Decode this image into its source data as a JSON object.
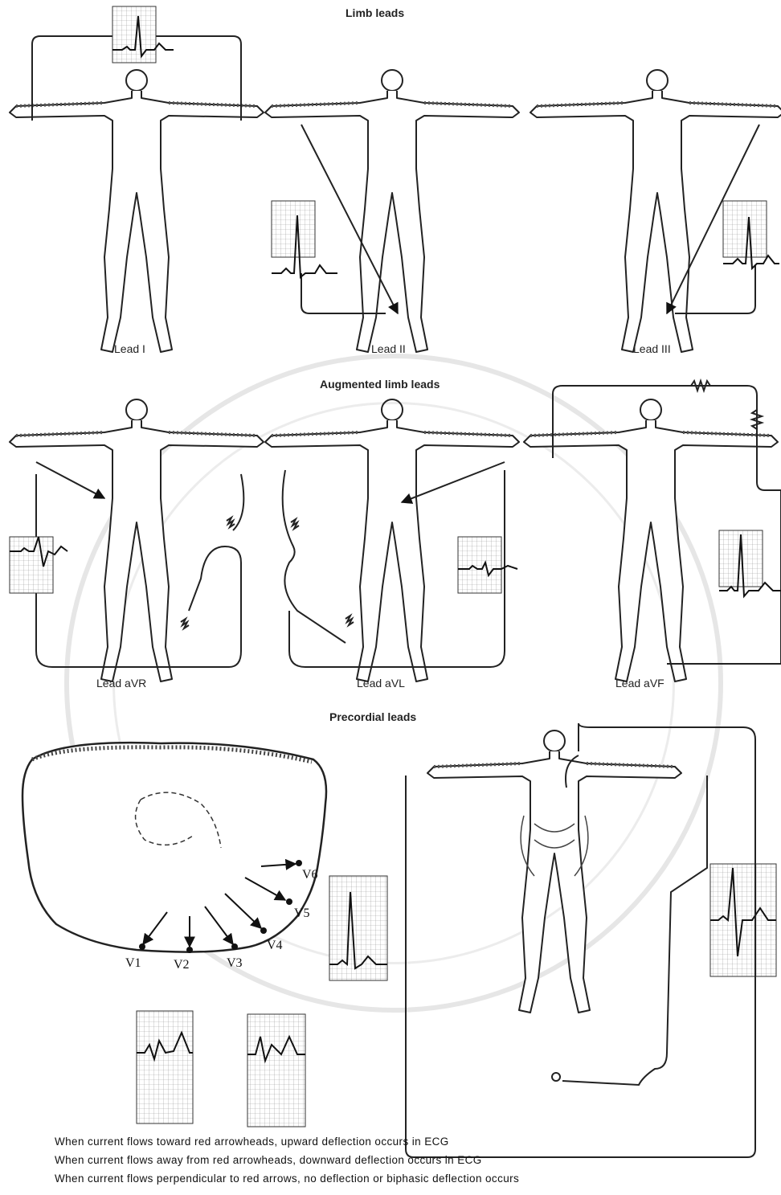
{
  "headers": {
    "limb": "Limb leads",
    "augmented": "Augmented limb leads",
    "precordial": "Precordial leads"
  },
  "lead_labels": {
    "lead_1": "Lead I",
    "lead_2": "Lead II",
    "lead_3": "Lead III",
    "avr": "Lead aVR",
    "avl": "Lead aVL",
    "avf": "Lead aVF"
  },
  "precordial_positions": {
    "v1": "V1",
    "v2": "V2",
    "v3": "V3",
    "v4": "V4",
    "v5": "V5",
    "v6": "V6"
  },
  "notes": [
    "When current flows toward red arrowheads, upward deflection occurs in ECG",
    "When current flows away from red arrowheads, downward deflection occurs in ECG",
    "When current flows perpendicular to red arrows, no deflection or biphasic deflection occurs"
  ]
}
